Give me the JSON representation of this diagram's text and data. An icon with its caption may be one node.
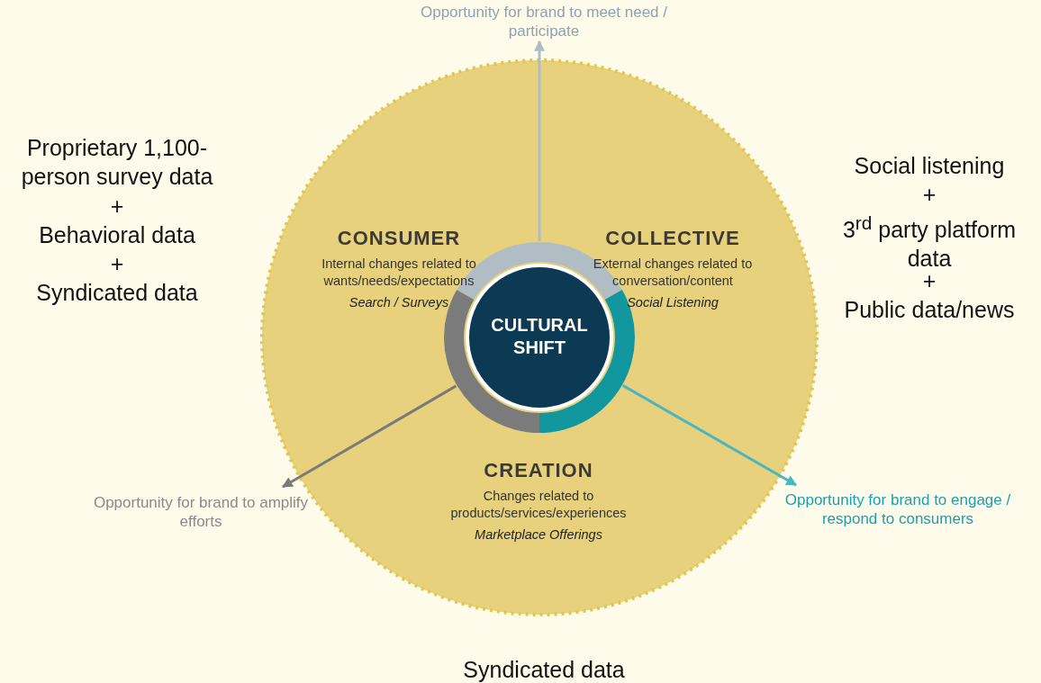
{
  "diagram": {
    "nodes": [
      {
        "text": [
          "CULTURAL SHIFT"
        ]
      },
      {
        "text": [
          "CONSUMER",
          "Internal changes related to wants/needs/expectations",
          "Search / Surveys"
        ]
      },
      {
        "text": [
          "COLLECTIVE",
          "External changes related to conversation/content",
          "Social Listening"
        ]
      },
      {
        "text": [
          "CREATION",
          "Changes related to products/services/experiences",
          "Marketplace Offerings"
        ]
      },
      {
        "text": [
          "Opportunity for brand to meet need / participate"
        ]
      },
      {
        "text": [
          "Opportunity for brand to amplify efforts"
        ]
      },
      {
        "text": [
          "Opportunity for brand to engage / respond to consumers"
        ]
      }
    ],
    "edges": [
      {
        "from": 0,
        "to": 4,
        "arrow": "to",
        "color": "#aebcc4"
      },
      {
        "from": 0,
        "to": 5,
        "arrow": "to",
        "color": "#7a7a7a"
      },
      {
        "from": 0,
        "to": 6,
        "arrow": "to",
        "color": "#4bb6c2"
      }
    ],
    "labels": [
      "Proprietary 1,100-person survey data",
      "+",
      "Behavioral data",
      "+",
      "Syndicated data",
      "Social listening",
      "+",
      "3$^{rd}$ party platform data",
      "+",
      "Public data/news",
      "Syndicated data"
    ]
  }
}
